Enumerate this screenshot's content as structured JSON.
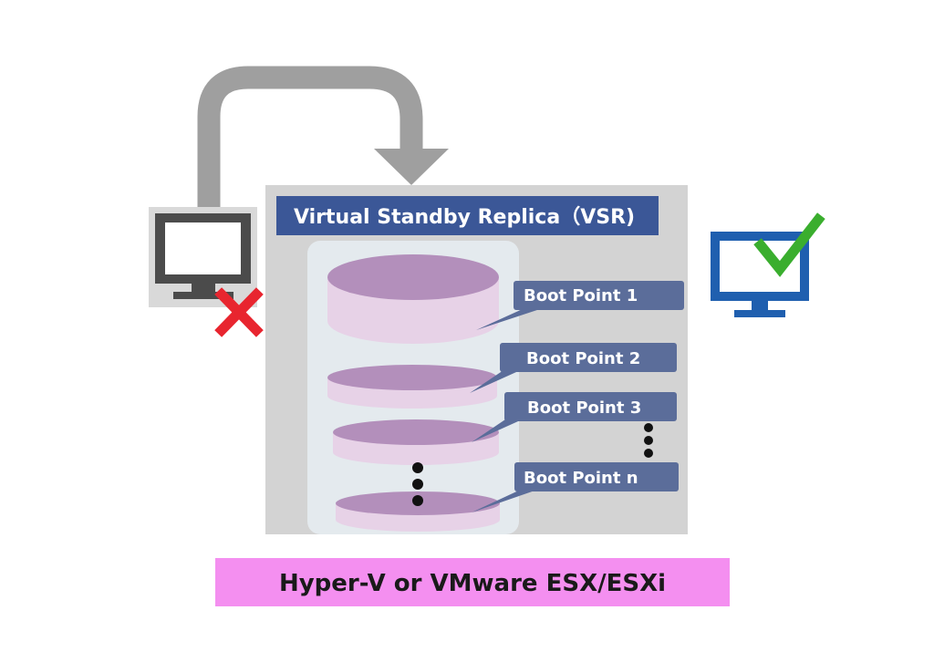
{
  "diagram": {
    "vsr_title": "Virtual Standby Replica（VSR)",
    "boot_points": [
      "Boot Point  1",
      "Boot Point 2",
      "Boot Point 3",
      "Boot Point  n"
    ],
    "platform_label": "Hyper-V or VMware ESX/ESXi",
    "colors": {
      "vsr_panel": "#d3d3d3",
      "title_bar": "#3b5797",
      "disk_top": "#b38fbb",
      "disk_side": "#e7d2e7",
      "callout": "#5b6d9a",
      "platform_bar": "#f48ff0",
      "failed_x": "#e8252f",
      "success_check": "#3aae2e",
      "new_monitor": "#1f5faf",
      "arrow": "#9f9f9f"
    },
    "icons": {
      "failed_machine": "monitor-icon",
      "failure_mark": "x-mark-icon",
      "standby_machine": "monitor-icon",
      "success_mark": "checkmark-icon",
      "flow_arrow": "curved-arrow-icon"
    }
  }
}
